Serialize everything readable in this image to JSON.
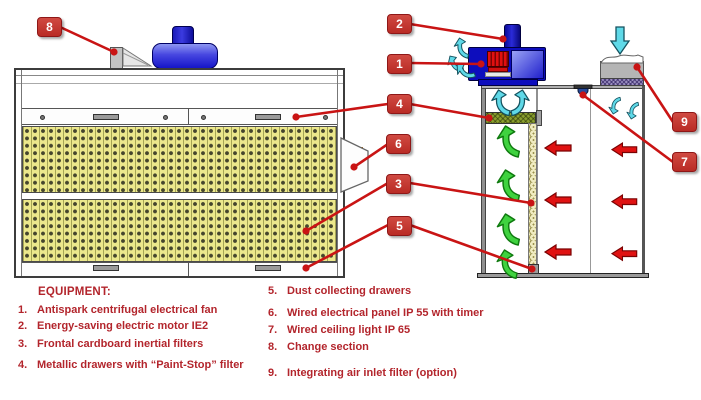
{
  "callouts": {
    "c1": "1",
    "c2": "2",
    "c3": "3",
    "c4": "4",
    "c5": "5",
    "c6": "6",
    "c7": "7",
    "c8": "8",
    "c9": "9"
  },
  "legend": {
    "heading": "EQUIPMENT:",
    "left_items": [
      {
        "num": "1.",
        "text": "Antispark centrifugal electrical fan"
      },
      {
        "num": "2.",
        "text": "Energy-saving electric motor IE2"
      },
      {
        "num": "3.",
        "text": "Frontal cardboard inertial filters"
      },
      {
        "num": "4.",
        "text": "Metallic drawers with “Paint-Stop” filter"
      }
    ],
    "right_items": [
      {
        "num": "5.",
        "text": "Dust collecting drawers"
      },
      {
        "num": "6.",
        "text": "Wired electrical panel IP 55 with timer"
      },
      {
        "num": "7.",
        "text": "Wired ceiling light IP 65"
      },
      {
        "num": "8.",
        "text": "Change section"
      },
      {
        "num": "9.",
        "text": "Integrating air inlet filter (option)"
      }
    ]
  },
  "colors": {
    "callout_red": "#b92b25",
    "line_red": "#c91414",
    "legend_text_red": "#b3252c",
    "filter_yellow": "#ece88c",
    "paint_stop_green": "#8a9e2e",
    "fan_blue": "#0d0dbd",
    "airflow_cyan": "#5fd9e8",
    "airflow_green": "#3fd23f",
    "airflow_red": "#e01212",
    "panel_orange": "#f6b567"
  }
}
